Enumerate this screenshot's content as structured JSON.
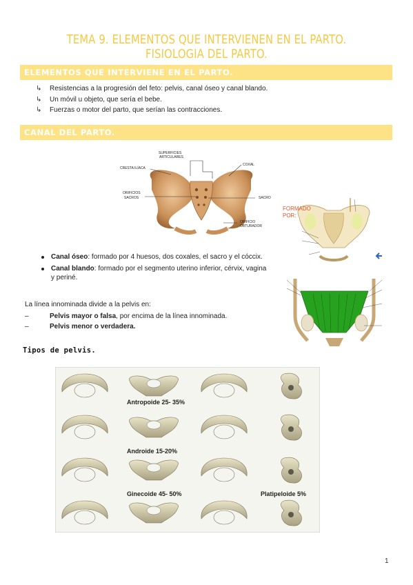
{
  "title": "TEMA 9. ELEMENTOS QUE INTERVIENEN EN EL PARTO. FISIOLOGIA DEL PARTO.",
  "section1": {
    "heading": "ELEMENTOS QUE INTERVIENE EN EL PARTO.",
    "items": [
      "Resistencias a la progresión del feto: pelvis, canal óseo y canal blando.",
      "Un móvil u objeto, que sería el bebe.",
      "Fuerzas o motor del parto, que serían las contracciones."
    ]
  },
  "section2": {
    "heading": "CANAL DEL PARTO.",
    "bullets": [
      {
        "bold": "Canal óseo",
        "text": ": formado por 4 huesos, dos coxales, el sacro y el cóccix."
      },
      {
        "bold": "Canal blando",
        "text": ": formado por el segmento uterino inferior, cérvix, vagina y periné."
      }
    ],
    "divides_text": "La línea innominada divide a la pelvis en:",
    "divisions": [
      {
        "bold": "Pelvis mayor o falsa",
        "text": ", por encima de la línea innominada."
      },
      {
        "bold": "Pelvis menor o verdadera.",
        "text": ""
      }
    ]
  },
  "figure1_labels": {
    "superficies": "SUPERFICIES",
    "articulares": "ARTICULARES",
    "cresta": "CRESTA ILÍACA",
    "coxal": "COXAL",
    "orificios": "ORIFICIOS",
    "sacros": "SACROS",
    "sacro": "SACRO",
    "orificio": "ORIFICIO",
    "obturador": "OBTURADOR"
  },
  "figure2_labels": {
    "formado": "FORMADO",
    "por": "POR:"
  },
  "tipos_heading": "Tipos de pelvis.",
  "pelvis_types": {
    "antropoide": "Antropoide 25- 35%",
    "androide": "Androide 15-20%",
    "ginecoide": "Ginecoide 45- 50%",
    "platipeloide": "Platipeloide 5%"
  },
  "page_number": "1"
}
